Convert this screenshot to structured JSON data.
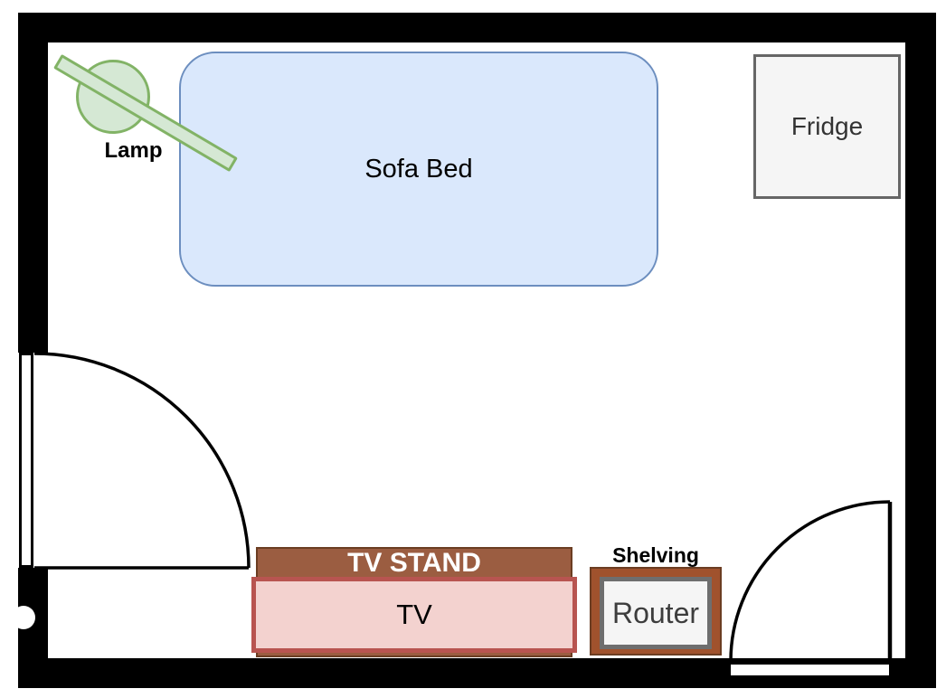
{
  "floorplan": {
    "labels": {
      "sofa_bed": "Sofa Bed",
      "lamp": "Lamp",
      "fridge": "Fridge",
      "tv_stand": "TV STAND",
      "tv": "TV",
      "shelving": "Shelving",
      "router": "Router"
    },
    "colors": {
      "wall": "#000000",
      "sofa_fill": "#dae8fc",
      "sofa_stroke": "#6c8ebf",
      "lamp_fill": "#d5e8d4",
      "lamp_stroke": "#82b366",
      "appliance_fill": "#f5f5f5",
      "appliance_stroke": "#666666",
      "tv_fill": "#f3d2cf",
      "tv_stroke": "#b85450",
      "wood_fill": "#9b5d41",
      "shelf_fill": "#a0522d",
      "wood_dark": "#6b3d22"
    }
  }
}
